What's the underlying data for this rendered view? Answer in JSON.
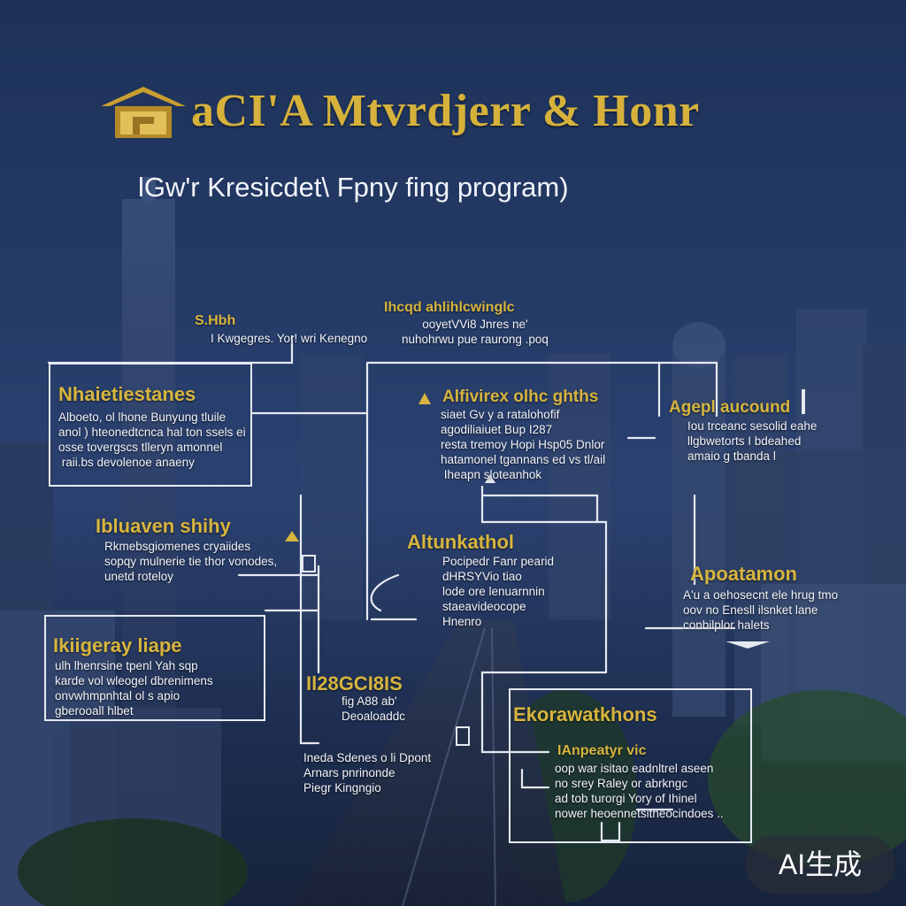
{
  "header": {
    "title": "aCI'A Mtvrdjerr & Honr",
    "subtitle": "lGw'r Kresicdet\\ Fpny fing program)"
  },
  "nodes": {
    "top_small": {
      "label": "S.Hbh",
      "text": "I Kwgegres. Yor! wri Kenegno"
    },
    "top_center": {
      "label": "Ihcqd ahlihlcwinglc",
      "text": "ooyetVVi8 Jnres ne'\nnuhohrwu pue raurong .poq"
    },
    "left1": {
      "label": "Nhaietiestanes",
      "text": "Alboeto, ol lhone Bunyung tluile\nanol ) hteonedtcnca hal ton ssels ei\nosse tovergscs tlleryn amonnel\n raii.bs devolenoe anaeny"
    },
    "center1": {
      "label": "Alfivirex olhc ghths",
      "text": "siaet Gv y a ratalohofif\nagodiliaiuet Bup I287\nresta tremoy Hopi Hsp05 Dnlor\nhatamonel tgannans ed vs tl/ail\n Iheapn sloteanhok"
    },
    "right1": {
      "label": "Agepl aucound",
      "text": "Iou trceanc sesolid eahe\nllgbwetorts I bdeahed\namaio g tbanda l"
    },
    "left2": {
      "label": "Ibluaven shihy",
      "text": "Rkmebsgiomenes cryaiides\nsopqy mulnerie tie thor vonodes,\nunetd roteloy"
    },
    "center2": {
      "label": "Altunkathol",
      "text": "Pocipedr Fanr pearid\ndHRSYVio tiao\nlode ore lenuarnnin\nstaeavideocope\nHnenro"
    },
    "right2": {
      "label": "Apoatamon",
      "text": "A'u a oehosecnt ele hrug tmo\noov no Enesll ilsnket lane\nconbilplor halets"
    },
    "left3": {
      "label": "Ikiigeray liape",
      "text": "ulh lhenrsine tpenl Yah sqp\nkarde vol wleogel dbrenimens\nonvwhmpnhtal ol s apio\ngberooall hlbet"
    },
    "center3": {
      "label": "Il28GCI8IS",
      "text": "fig A88 ab'\nDeoaloaddc"
    },
    "center3b": {
      "text": "Ineda Sdenes o li Dpont\nArnars pnrinonde\nPiegr Kingngio"
    },
    "right3": {
      "label": "Ekorawatkhons",
      "sub": "IAnpeatyr vic",
      "text": "oop war isitao eadnltrel aseen\nno srey Raley or abrkngc\nad tob turorgi Yory of Ihinel\nnower heoennetsitheocindoes .."
    }
  },
  "watermark": "AI生成"
}
